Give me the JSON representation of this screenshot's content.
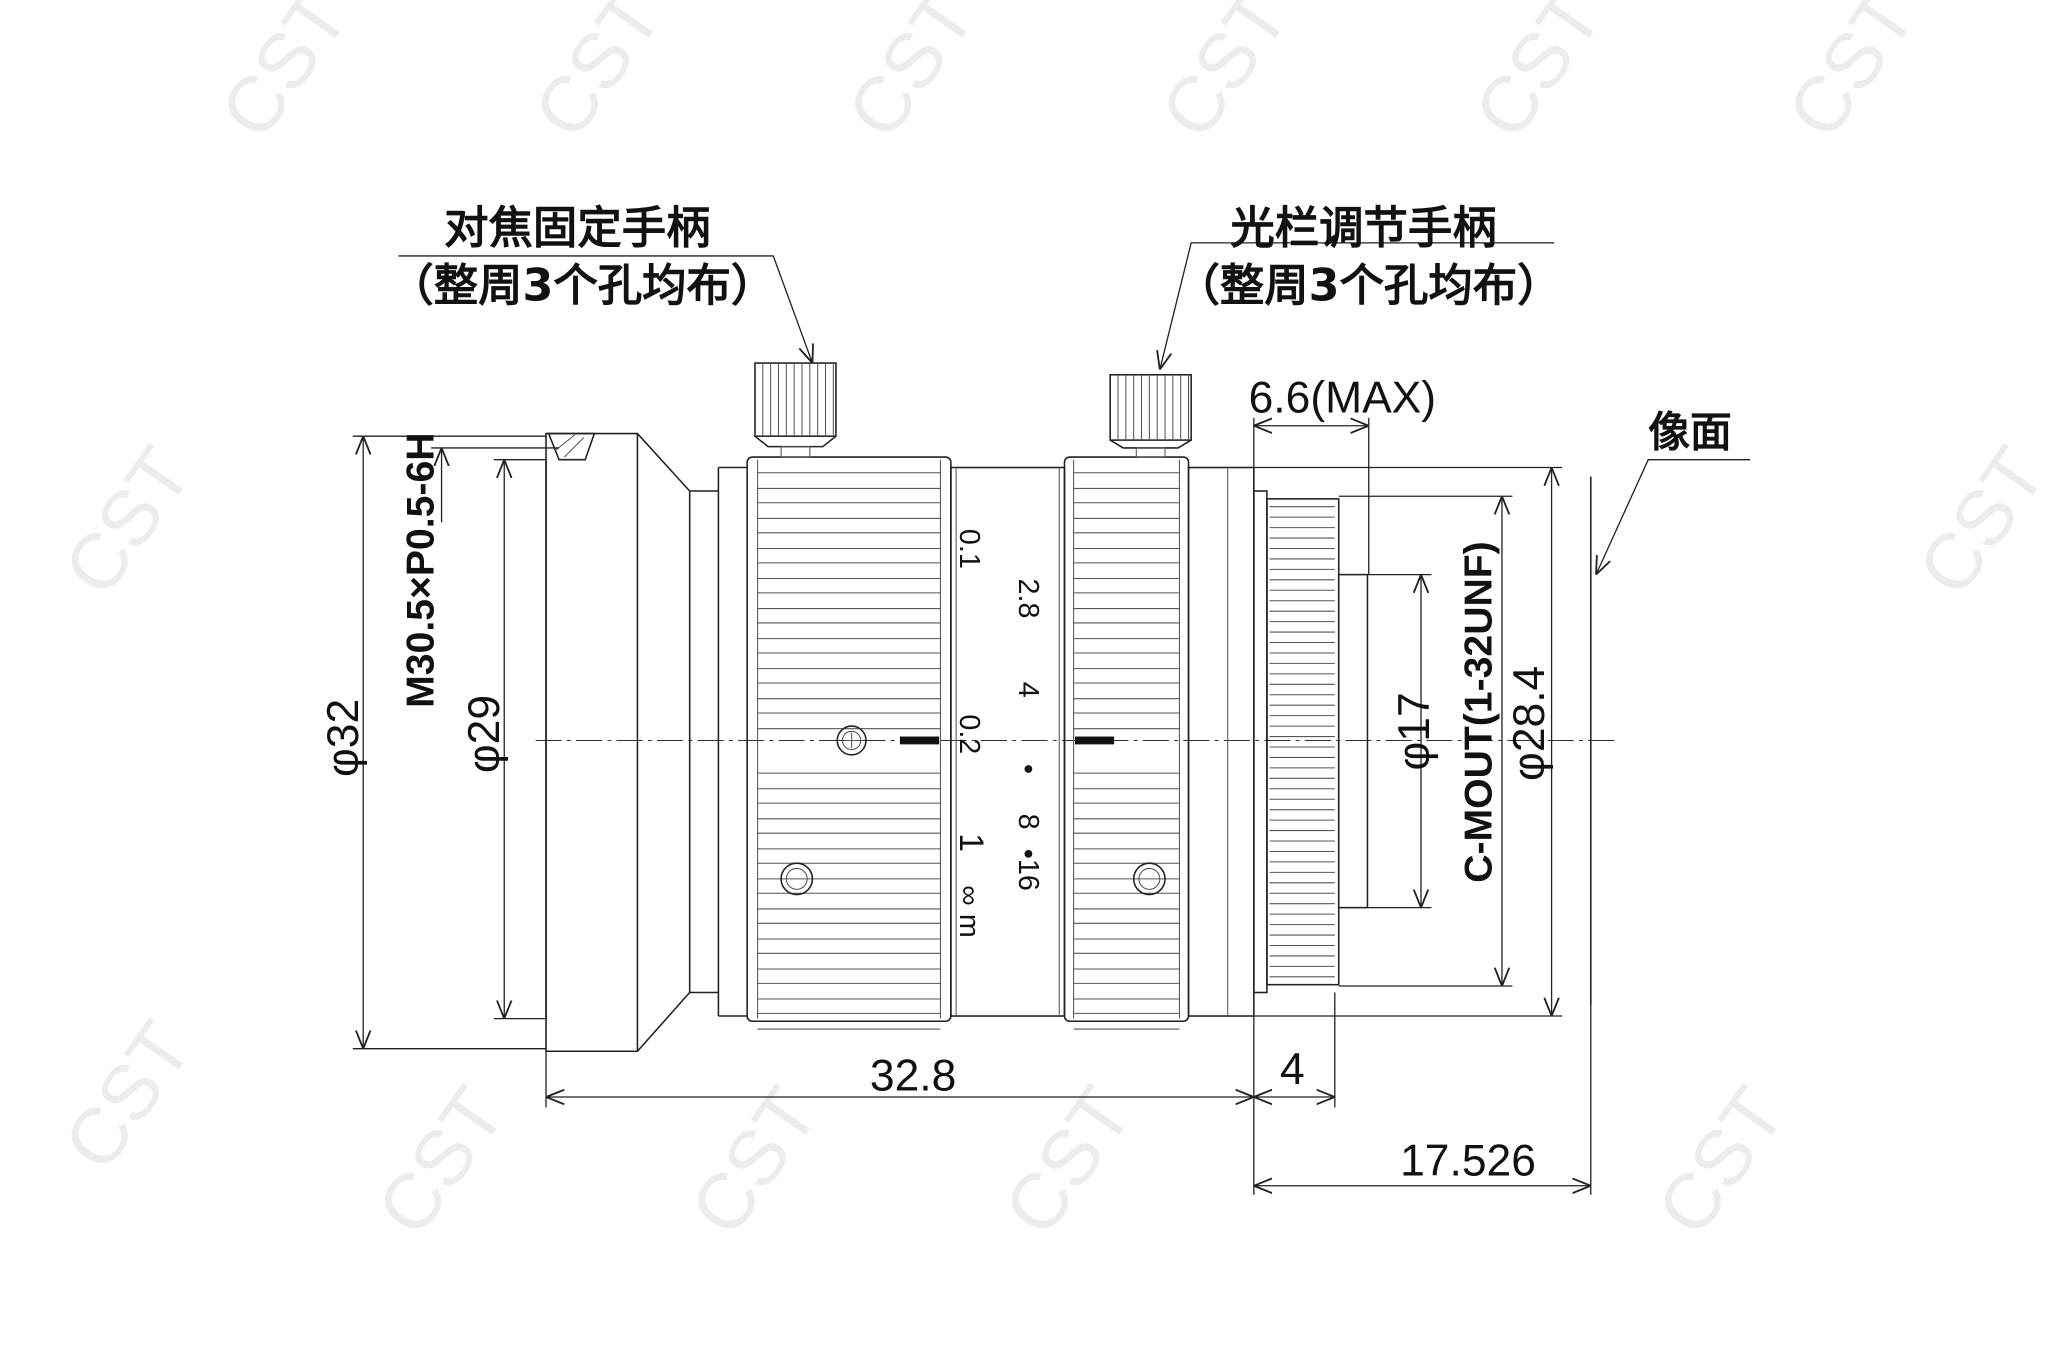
{
  "labels": {
    "focus_lock_title": "对焦固定手柄",
    "focus_lock_sub": "（整周3个孔均布）",
    "iris_title": "光栏调节手柄",
    "iris_sub": "（整周3个孔均布）",
    "image_plane": "像面",
    "filter_thread": "M30.5×P0.5-6H",
    "mount": "C-MOUT(1-32UNF)"
  },
  "dimensions": {
    "d32": "φ32",
    "d29": "φ29",
    "d17": "φ17",
    "d28_4": "φ28.4",
    "length": "32.8",
    "flange": "4",
    "back_focus": "17.526",
    "protrusion": "6.6(MAX)"
  },
  "focus_scale": [
    "0.1",
    "0.2",
    "1",
    "∞ m"
  ],
  "iris_scale": [
    "2.8",
    "4",
    "•",
    "8",
    "•16"
  ],
  "watermark": "CST"
}
